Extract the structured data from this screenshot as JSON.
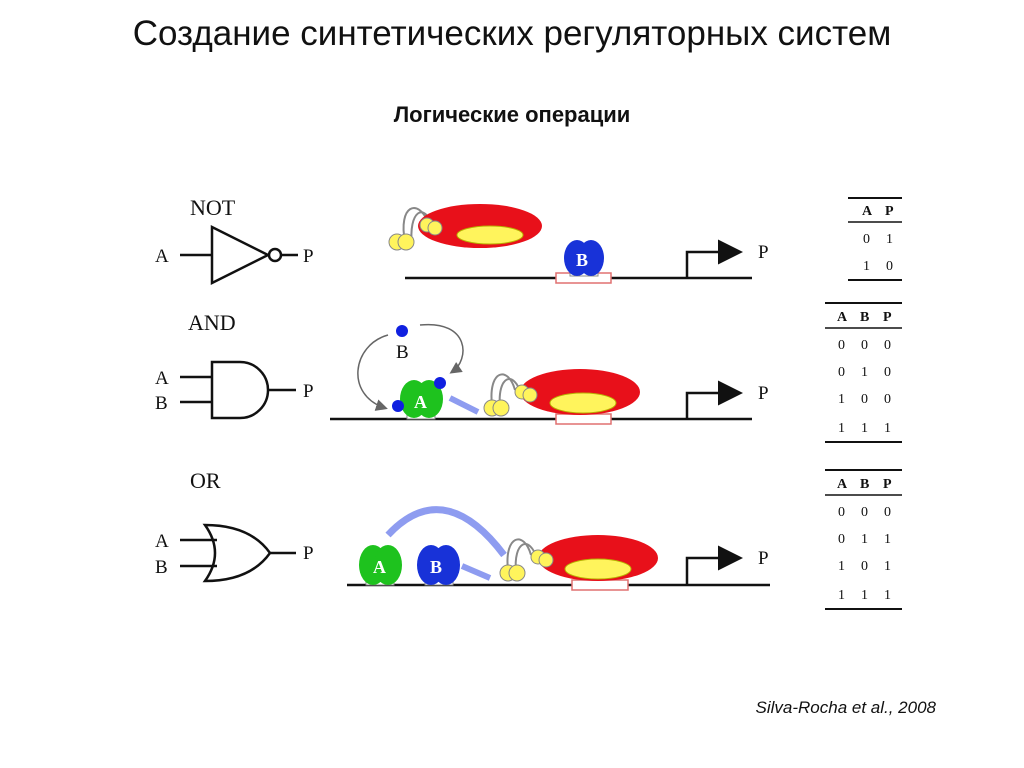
{
  "title": "Создание синтетических регуляторных систем",
  "subtitle": "Логические операции",
  "citation": "Silva-Rocha et al., 2008",
  "colors": {
    "polymerase": "#e8101a",
    "polymerase_core": "#fff45c",
    "activator_A": "#1ec21e",
    "repressor_B": "#1832d8",
    "inducer": "#1020e0",
    "link": "#8e9cf0",
    "site": "#e07070"
  },
  "gates": {
    "not": {
      "name": "NOT",
      "input_a": "A",
      "output": "P",
      "protein_b": "B",
      "promoter_output": "P",
      "truth_table": {
        "headers": [
          "A",
          "P"
        ],
        "rows": [
          [
            "0",
            "1"
          ],
          [
            "1",
            "0"
          ]
        ]
      }
    },
    "and": {
      "name": "AND",
      "input_a": "A",
      "input_b": "B",
      "output": "P",
      "protein_a": "A",
      "inducer_b": "B",
      "promoter_output": "P",
      "truth_table": {
        "headers": [
          "A",
          "B",
          "P"
        ],
        "rows": [
          [
            "0",
            "0",
            "0"
          ],
          [
            "0",
            "1",
            "0"
          ],
          [
            "1",
            "0",
            "0"
          ],
          [
            "1",
            "1",
            "1"
          ]
        ]
      }
    },
    "or": {
      "name": "OR",
      "input_a": "A",
      "input_b": "B",
      "output": "P",
      "protein_a": "A",
      "protein_b": "B",
      "promoter_output": "P",
      "truth_table": {
        "headers": [
          "A",
          "B",
          "P"
        ],
        "rows": [
          [
            "0",
            "0",
            "0"
          ],
          [
            "0",
            "1",
            "1"
          ],
          [
            "1",
            "0",
            "1"
          ],
          [
            "1",
            "1",
            "1"
          ]
        ]
      }
    }
  }
}
